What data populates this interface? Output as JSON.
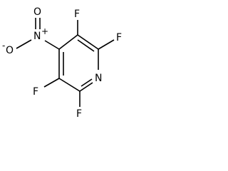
{
  "molecule": {
    "atoms": {
      "f_top": "F",
      "f_right": "F",
      "f_left": "F",
      "f_bottom": "F",
      "n_ring": "N",
      "n_nitro": "N",
      "o_top": "O",
      "o_left": "O"
    },
    "charges": {
      "n_nitro_plus": "+",
      "o_left_minus": "-"
    }
  }
}
